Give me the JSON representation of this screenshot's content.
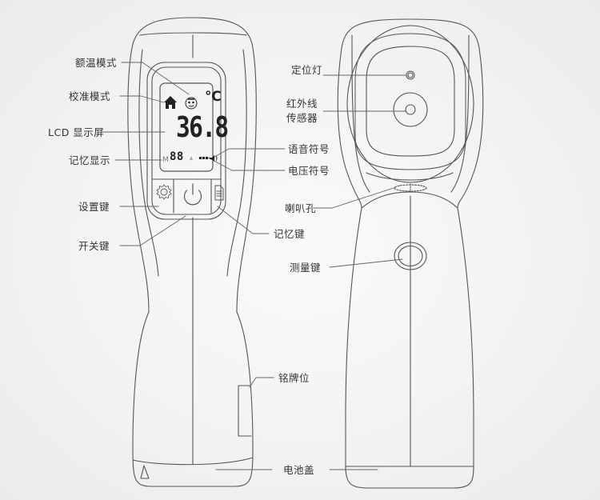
{
  "diagram": {
    "title": "Infrared forehead thermometer parts diagram",
    "background_color": "#f2f2f2",
    "line_color": "#555555",
    "text_color": "#333333",
    "front_view": {
      "lcd": {
        "temperature": "36.8",
        "unit": "℃",
        "memory_prefix": "M",
        "memory_digits": "88"
      },
      "labels": {
        "forehead_mode": "额温模式",
        "calibration_mode": "校准模式",
        "lcd_screen": "LCD 显示屏",
        "memory_display": "记忆显示",
        "settings_key": "设置键",
        "power_key": "开关键",
        "voice_symbol": "语音符号",
        "voltage_symbol": "电压符号",
        "memory_key": "记忆键",
        "nameplate": "铭牌位",
        "battery_cover": "电池盖"
      }
    },
    "back_view": {
      "labels": {
        "positioning_light": "定位灯",
        "ir_sensor": "红外线\n传感器",
        "speaker_holes": "喇叭孔",
        "measure_key": "测量键"
      }
    }
  }
}
